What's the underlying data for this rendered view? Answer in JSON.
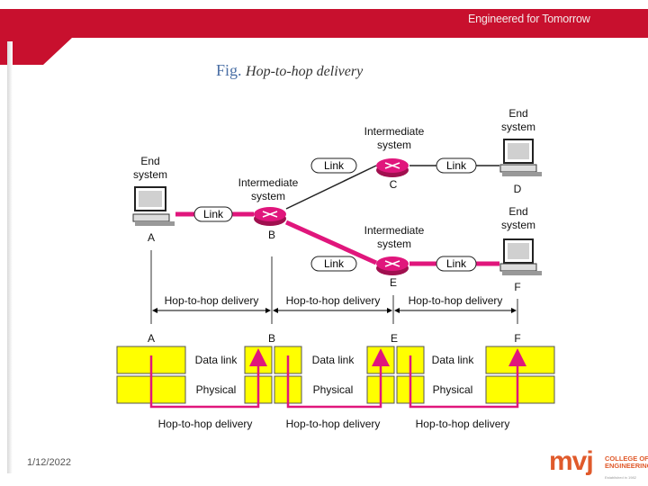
{
  "header": {
    "tagline": "Engineered for Tomorrow",
    "brand_color": "#c8102e"
  },
  "figure": {
    "prefix": "Fig.",
    "caption": "Hop-to-hop delivery",
    "nodes": {
      "A": {
        "id": "A",
        "type": "End system",
        "line1": "End",
        "line2": "system"
      },
      "B": {
        "id": "B",
        "type": "Intermediate system",
        "line1": "Intermediate",
        "line2": "system"
      },
      "C": {
        "id": "C",
        "type": "Intermediate system",
        "line1": "Intermediate",
        "line2": "system"
      },
      "D": {
        "id": "D",
        "type": "End system",
        "line1": "End",
        "line2": "system"
      },
      "E": {
        "id": "E",
        "type": "Intermediate system",
        "line1": "Intermediate",
        "line2": "system"
      },
      "F": {
        "id": "F",
        "type": "End system",
        "line1": "End",
        "line2": "system"
      }
    },
    "link_label": "Link",
    "hop_label": "Hop-to-hop delivery",
    "layers": {
      "data_link": "Data link",
      "physical": "Physical"
    },
    "colors": {
      "link": "#e0167c",
      "layer_fill": "#ffff00",
      "arrow": "#e0167c",
      "router": "#e0167c"
    }
  },
  "footer": {
    "date": "1/12/2022",
    "logo_text": "mvj",
    "logo_sub": "COLLEGE OF ENGINEERING",
    "logo_tiny": "Established in 1982",
    "logo_color": "#e05a2b"
  }
}
